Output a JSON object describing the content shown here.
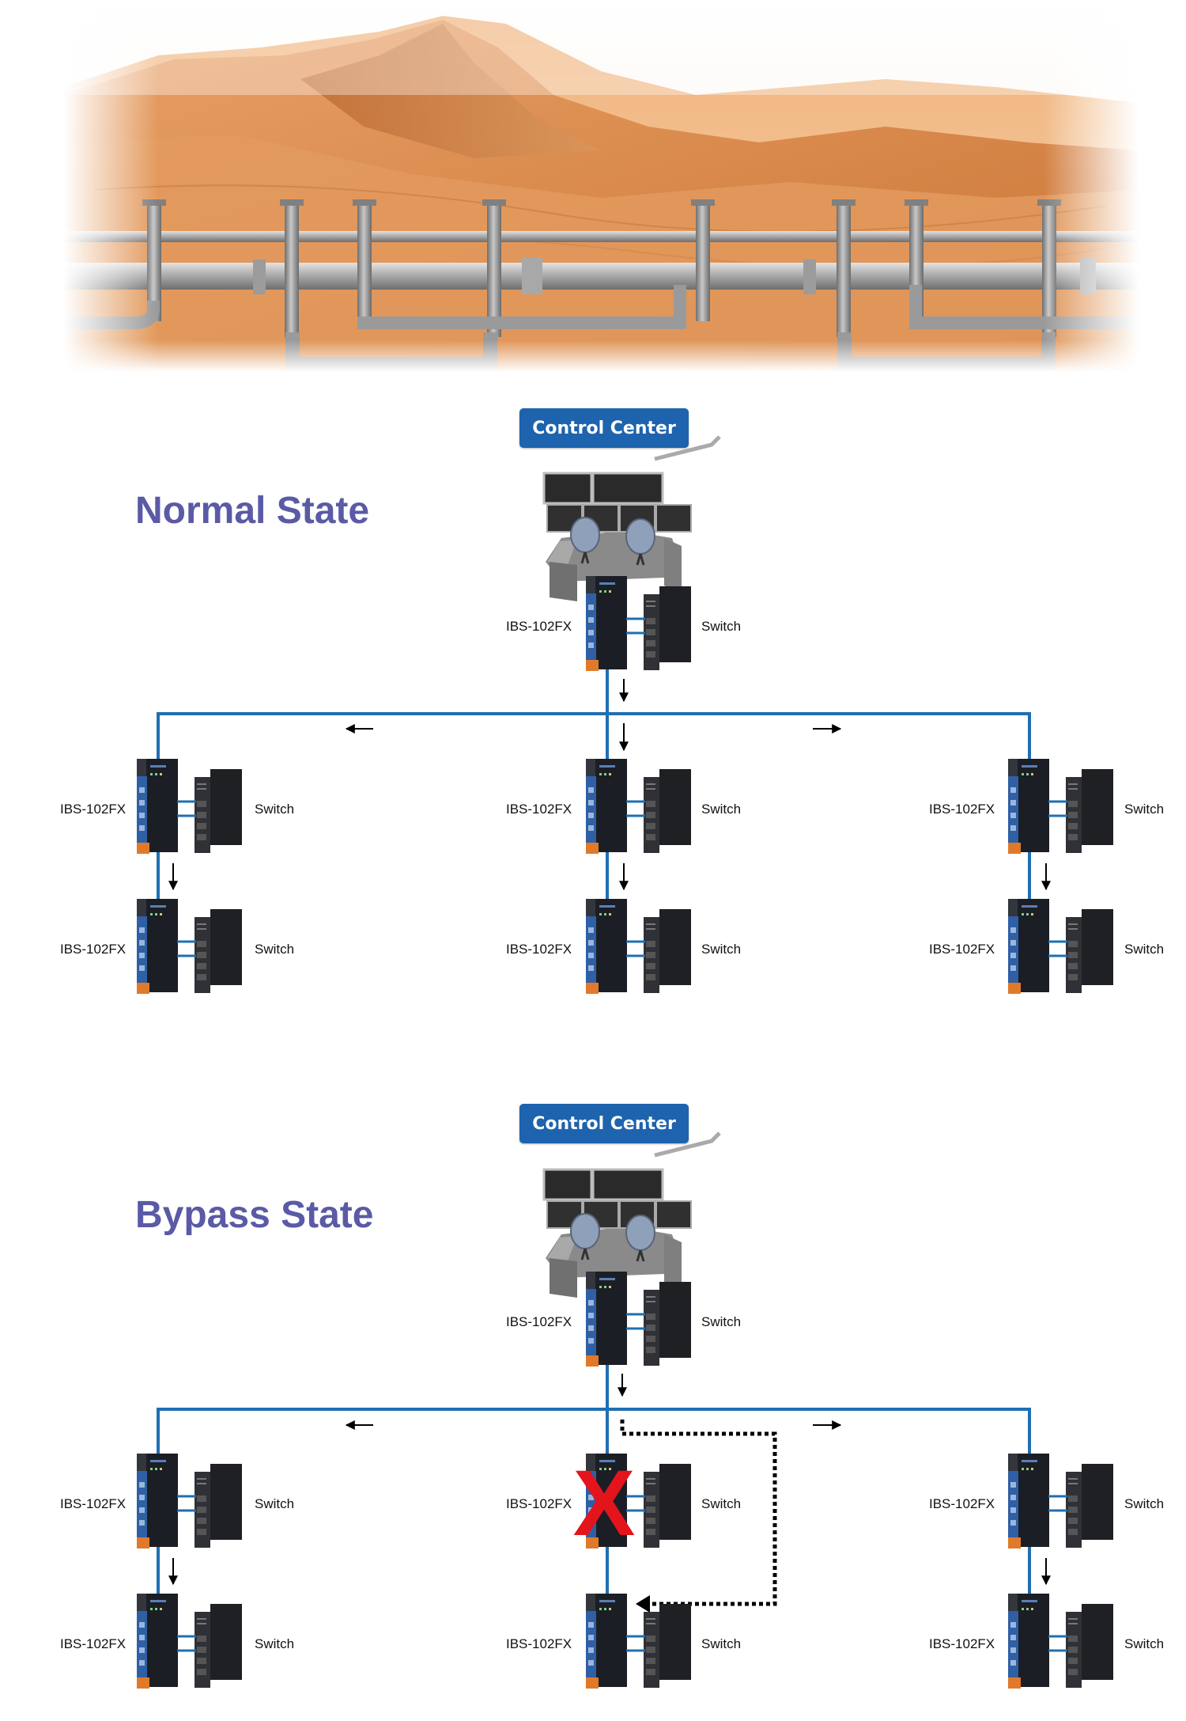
{
  "normal_state": {
    "title": "Normal State",
    "control_center_label": "Control Center",
    "device_label": "IBS-102FX",
    "switch_label": "Switch"
  },
  "bypass_state": {
    "title": "Bypass State",
    "control_center_label": "Control Center",
    "device_label": "IBS-102FX",
    "switch_label": "Switch",
    "failure_mark": "X"
  },
  "colors": {
    "title": "#5a5aa6",
    "badge": "#1e63ad",
    "fiber_line": "#1f6fb2",
    "failure": "#e3141c",
    "device_body": "#1b1e24",
    "device_accent": "#2f5fa5",
    "device_bottom": "#e07a2a"
  },
  "icons": {
    "banner": "desert-pipeline-image",
    "control_center": "control-room-workstation-icon",
    "node": "ibs-102fx-device-icon",
    "switch": "ethernet-switch-icon"
  }
}
